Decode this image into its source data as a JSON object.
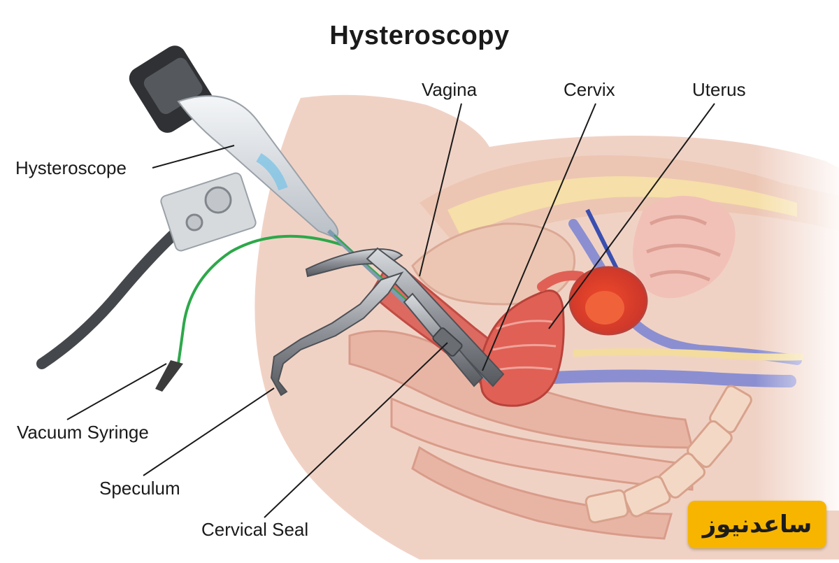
{
  "title": "Hysteroscopy",
  "labels": {
    "hysteroscope": "Hysteroscope",
    "vagina": "Vagina",
    "cervix": "Cervix",
    "uterus": "Uterus",
    "vacuum_syringe": "Vacuum Syringe",
    "speculum": "Speculum",
    "cervical_seal": "Cervical Seal"
  },
  "watermark": "ساعدنیوز",
  "colors": {
    "skin": "#f0d2c5",
    "tissue": "#ecc6b3",
    "muscle": "#dc6a60",
    "uterus": "#e06055",
    "vein": "#8b8fd1",
    "tube": "#2da84a",
    "steel": "#8c9096",
    "watermark_bg": "#f7b500"
  }
}
